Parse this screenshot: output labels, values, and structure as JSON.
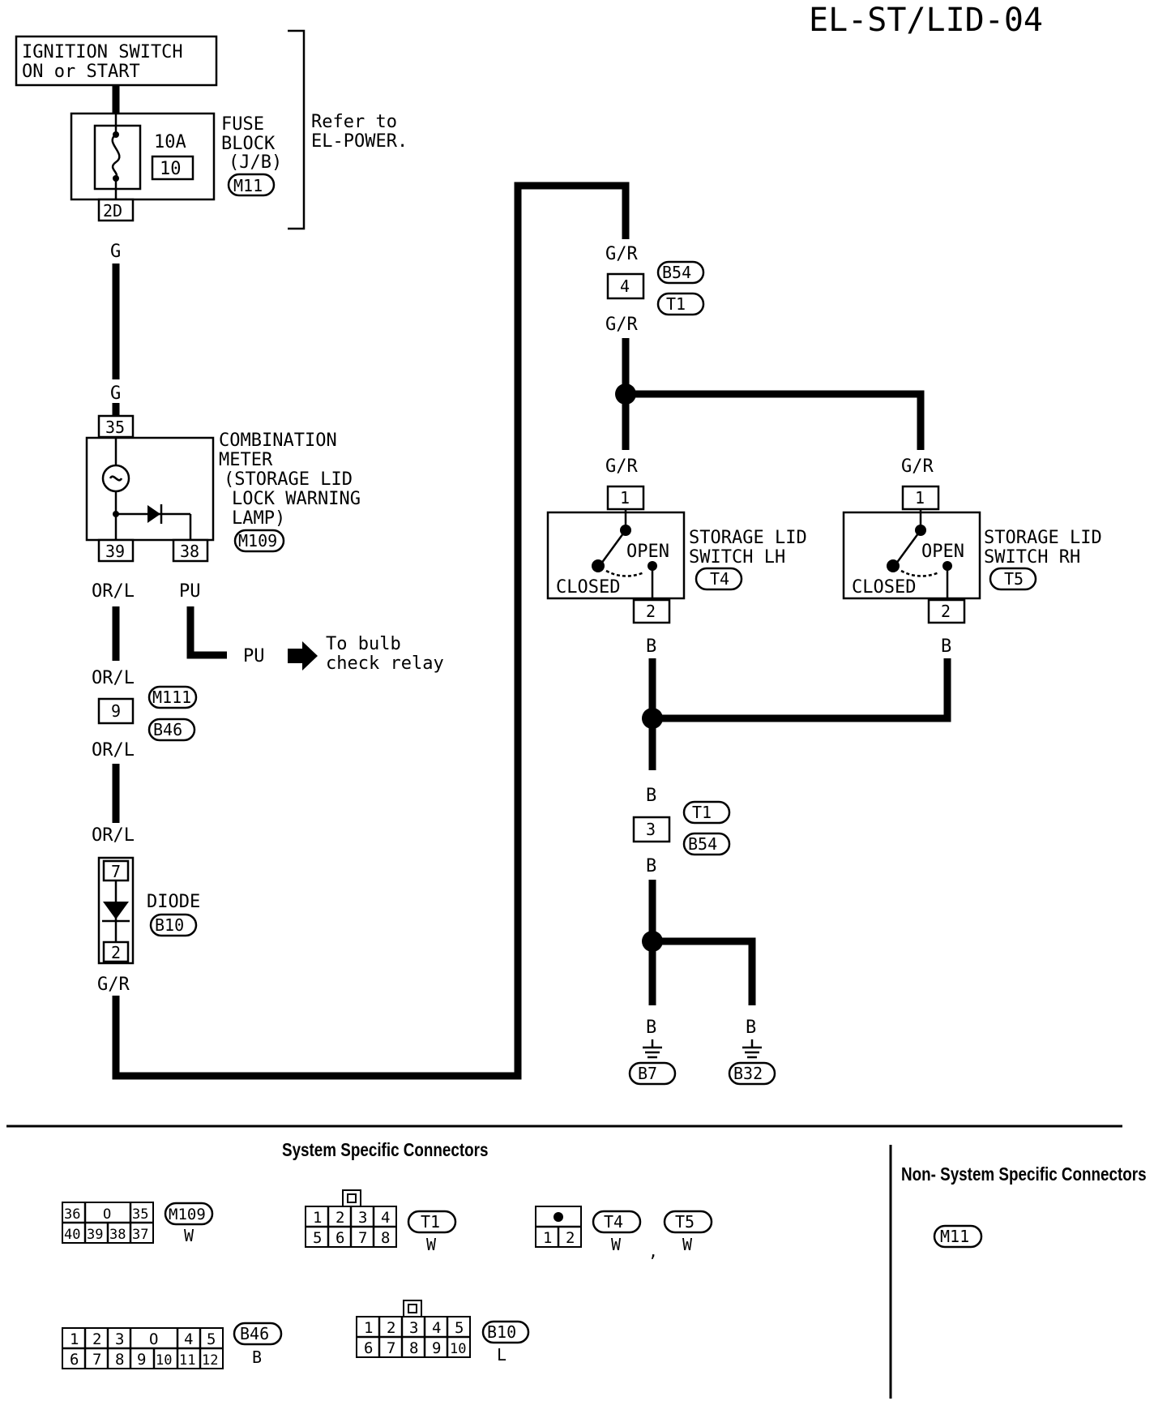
{
  "title": "EL-ST/LID-04",
  "ignition": {
    "line1": "IGNITION SWITCH",
    "line2": "ON or START"
  },
  "fuse": {
    "amp": "10A",
    "number": "10",
    "label1": "FUSE",
    "label2": "BLOCK",
    "label3": "(J/B)",
    "connector": "M11",
    "terminal": "2D"
  },
  "refer": {
    "line1": "Refer to",
    "line2": "EL-POWER."
  },
  "wire_colors": {
    "g": "G",
    "gr": "G/R",
    "orl": "OR/L",
    "pu": "PU",
    "b": "B"
  },
  "meter": {
    "label1": "COMBINATION",
    "label2": "METER",
    "label3": "(STORAGE LID",
    "label4": "LOCK WARNING",
    "label5": "LAMP)",
    "connector": "M109",
    "t_in": "35",
    "t_out1": "39",
    "t_out2": "38"
  },
  "to_bulb": {
    "line1": "To bulb",
    "line2": "check relay"
  },
  "joint_m111": {
    "terminal": "9",
    "conn1": "M111",
    "conn2": "B46"
  },
  "diode": {
    "label": "DIODE",
    "connector": "B10",
    "t_top": "7",
    "t_bottom": "2"
  },
  "joint_b54_top": {
    "terminal": "4",
    "conn1": "B54",
    "conn2": "T1"
  },
  "switch_lh": {
    "label1": "STORAGE LID",
    "label2": "SWITCH LH",
    "connector": "T4",
    "t_top": "1",
    "t_bottom": "2",
    "open": "OPEN",
    "closed": "CLOSED"
  },
  "switch_rh": {
    "label1": "STORAGE LID",
    "label2": "SWITCH RH",
    "connector": "T5",
    "t_top": "1",
    "t_bottom": "2",
    "open": "OPEN",
    "closed": "CLOSED"
  },
  "joint_t1_bottom": {
    "terminal": "3",
    "conn1": "T1",
    "conn2": "B54"
  },
  "grounds": {
    "g1": "B7",
    "g2": "B32"
  },
  "legend": {
    "system_title": "System Specific Connectors",
    "nonsystem_title": "Non- System Specific Connectors",
    "m109": {
      "top": [
        "36",
        "O",
        "35"
      ],
      "bottom": [
        "40",
        "39",
        "38",
        "37"
      ],
      "name": "M109",
      "color": "W"
    },
    "t1": {
      "top": [
        "1",
        "2",
        "3",
        "4"
      ],
      "bottom": [
        "5",
        "6",
        "7",
        "8"
      ],
      "name": "T1",
      "color": "W"
    },
    "t45": {
      "bottom": [
        "1",
        "2"
      ],
      "name1": "T4",
      "color1": "W",
      "sep": ",",
      "name2": "T5",
      "color2": "W"
    },
    "b46": {
      "top": [
        "1",
        "2",
        "3",
        "O",
        "4",
        "5"
      ],
      "bottom": [
        "6",
        "7",
        "8",
        "9",
        "10",
        "11",
        "12"
      ],
      "name": "B46",
      "color": "B"
    },
    "b10": {
      "top": [
        "1",
        "2",
        "3",
        "4",
        "5"
      ],
      "bottom": [
        "6",
        "7",
        "8",
        "9",
        "10"
      ],
      "name": "B10",
      "color": "L"
    },
    "m11": {
      "name": "M11"
    }
  }
}
